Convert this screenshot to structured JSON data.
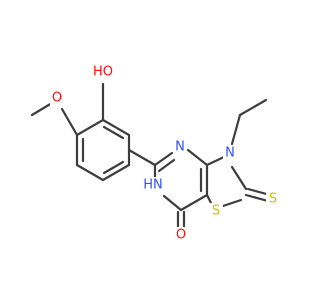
{
  "colors": {
    "bond": "#3d3d3d",
    "oxygen": "#ff0d0d",
    "nitrogen": "#3050f8",
    "sulfur": "#c6c600",
    "hydrogen_on_n": "#3050f8",
    "background": "#ffffff"
  },
  "atoms": {
    "hydroxyl": "HO",
    "methoxy_o": "O",
    "n_ring_top": "N",
    "n_ethyl": "N",
    "n_h": "HN",
    "s_ring": "S",
    "s_thione": "S",
    "o_carbonyl": "O"
  }
}
